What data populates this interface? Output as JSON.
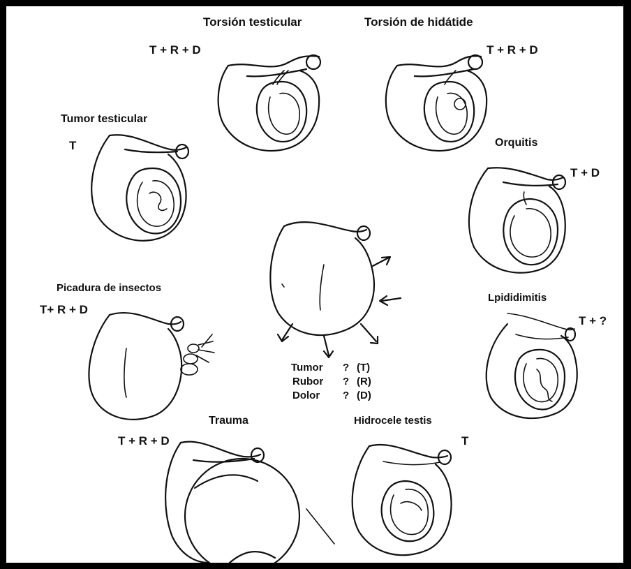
{
  "panels": {
    "torsion_testicular": {
      "title": "Torsión testicular",
      "grade": "T + R + D"
    },
    "torsion_hidatide": {
      "title": "Torsión de hidátide",
      "grade": "T + R + D"
    },
    "tumor_testicular": {
      "title": "Tumor testicular",
      "grade": "T"
    },
    "orquitis": {
      "title": "Orquitis",
      "grade": "T + D"
    },
    "picadura": {
      "title": "Picadura de insectos",
      "grade": "T+ R + D"
    },
    "epididimitis": {
      "title": "Lpididimitis",
      "grade": "T + ?"
    },
    "trauma": {
      "title": "Trauma",
      "grade": "T + R + D"
    },
    "hidrocele": {
      "title": "Hidrocele testis",
      "grade": "T"
    }
  },
  "legend": [
    {
      "sign": "Tumor",
      "mark": "?",
      "abbr": "(T)"
    },
    {
      "sign": "Rubor",
      "mark": "?",
      "abbr": "(R)"
    },
    {
      "sign": "Dolor",
      "mark": "?",
      "abbr": "(D)"
    }
  ]
}
